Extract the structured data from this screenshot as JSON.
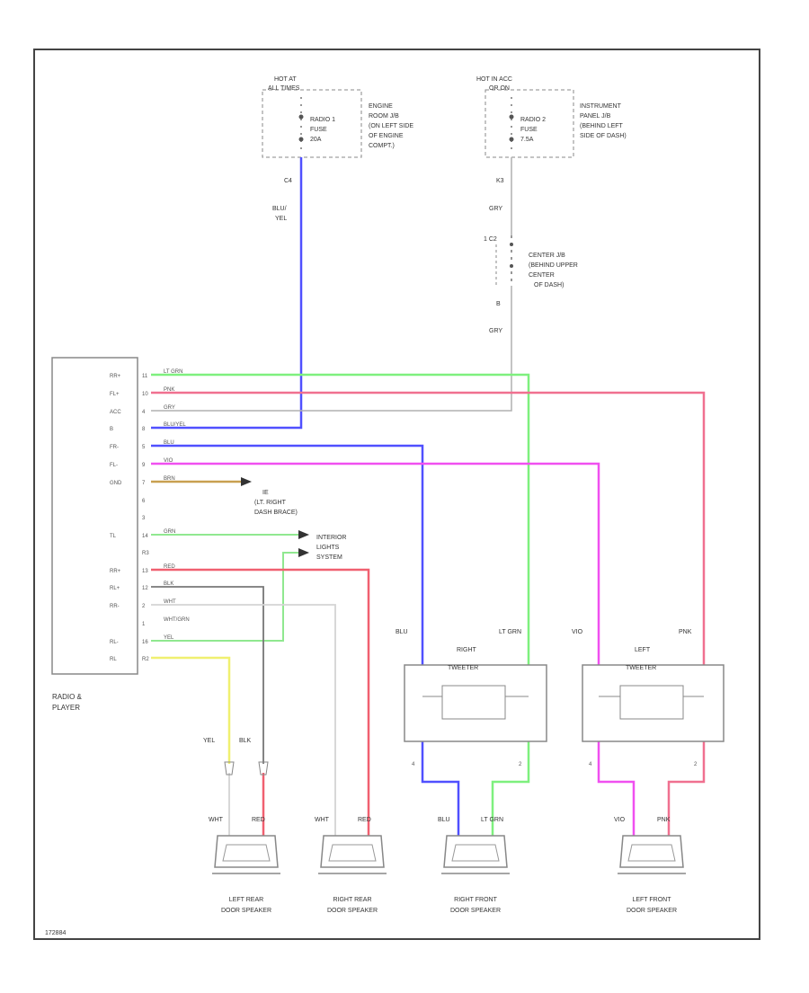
{
  "fuse_left": {
    "hot_label": [
      "HOT AT",
      "ALL TIMES"
    ],
    "fuse_text": [
      "RADIO 1",
      "FUSE",
      "20A"
    ],
    "location": [
      "ENGINE",
      "ROOM J/B",
      "(ON LEFT SIDE",
      "OF ENGINE",
      "COMPT.)"
    ],
    "connector": "C4"
  },
  "fuse_right": {
    "hot_label": [
      "HOT IN ACC",
      "OR ON"
    ],
    "fuse_text": [
      "RADIO 2",
      "FUSE",
      "7.5A"
    ],
    "location": [
      "INSTRUMENT",
      "PANEL J/B",
      "(BEHIND LEFT",
      "SIDE OF DASH)"
    ],
    "connector": "K3"
  },
  "center_jb": {
    "top_connector": "1 C2",
    "location": [
      "CENTER J/B",
      "(BEHIND UPPER",
      "CENTER",
      "OF DASH)"
    ],
    "bottom_connector": "B"
  },
  "wire_labels": {
    "blu_yel": [
      "BLU/",
      "YEL"
    ],
    "gry_top": "GRY",
    "gry_mid": "GRY"
  },
  "radio": {
    "title": [
      "RADIO &",
      "PLAYER"
    ],
    "pin_names": [
      "RR+",
      "FL+",
      "ACC",
      "B",
      "FR-",
      "FL-",
      "GND",
      "",
      "",
      "TL",
      "",
      "RR+",
      "RL+",
      "RR-",
      "",
      "RL-",
      "RL"
    ],
    "pin_numbers": [
      "11",
      "10",
      "4",
      "8",
      "5",
      "9",
      "7",
      "6",
      "3",
      "14",
      "R3",
      "13",
      "12",
      "2",
      "1",
      "16",
      "R2"
    ],
    "wires": [
      "LT GRN",
      "PNK",
      "GRY",
      "BLU/YEL",
      "BLU",
      "VIO",
      "BRN",
      "",
      "",
      "GRN",
      "",
      "RED",
      "BLK",
      "WHT",
      "WHT/GRN",
      "YEL",
      ""
    ]
  },
  "ground": {
    "label": [
      "IE",
      "(LT. RIGHT",
      "DASH BRACE)"
    ]
  },
  "interior_lights": {
    "label": [
      "INTERIOR",
      "LIGHTS",
      "SYSTEM"
    ]
  },
  "tweeters": [
    {
      "name": [
        "RIGHT",
        "TWEETER"
      ],
      "left_wire": "BLU",
      "right_wire": "LT GRN",
      "left_pin": "4",
      "right_pin": "2"
    },
    {
      "name": [
        "LEFT",
        "TWEETER"
      ],
      "left_wire": "VIO",
      "right_wire": "PNK",
      "left_pin": "4",
      "right_pin": "2"
    }
  ],
  "rear_connector_wires": {
    "yel": "YEL",
    "blk": "BLK"
  },
  "speakers": [
    {
      "name": [
        "LEFT REAR",
        "DOOR SPEAKER"
      ],
      "wire1": "WHT",
      "wire2": "RED"
    },
    {
      "name": [
        "RIGHT REAR",
        "DOOR SPEAKER"
      ],
      "wire1": "WHT",
      "wire2": "RED"
    },
    {
      "name": [
        "RIGHT FRONT",
        "DOOR SPEAKER"
      ],
      "wire1": "BLU",
      "wire2": "LT\nGRN"
    },
    {
      "name": [
        "LEFT FRONT",
        "DOOR SPEAKER"
      ],
      "wire1": "VIO",
      "wire2": "PNK"
    }
  ],
  "footer_code": "172884",
  "colors": {
    "lt_grn": "#7ef07e",
    "pnk": "#f07090",
    "gry": "#b8b8b8",
    "blu": "#5050ff",
    "vio": "#f050f0",
    "brn": "#c8a050",
    "grn": "#90e890",
    "red": "#f06070",
    "blk": "#777777",
    "wht": "#dddddd",
    "yel": "#f0f070"
  }
}
